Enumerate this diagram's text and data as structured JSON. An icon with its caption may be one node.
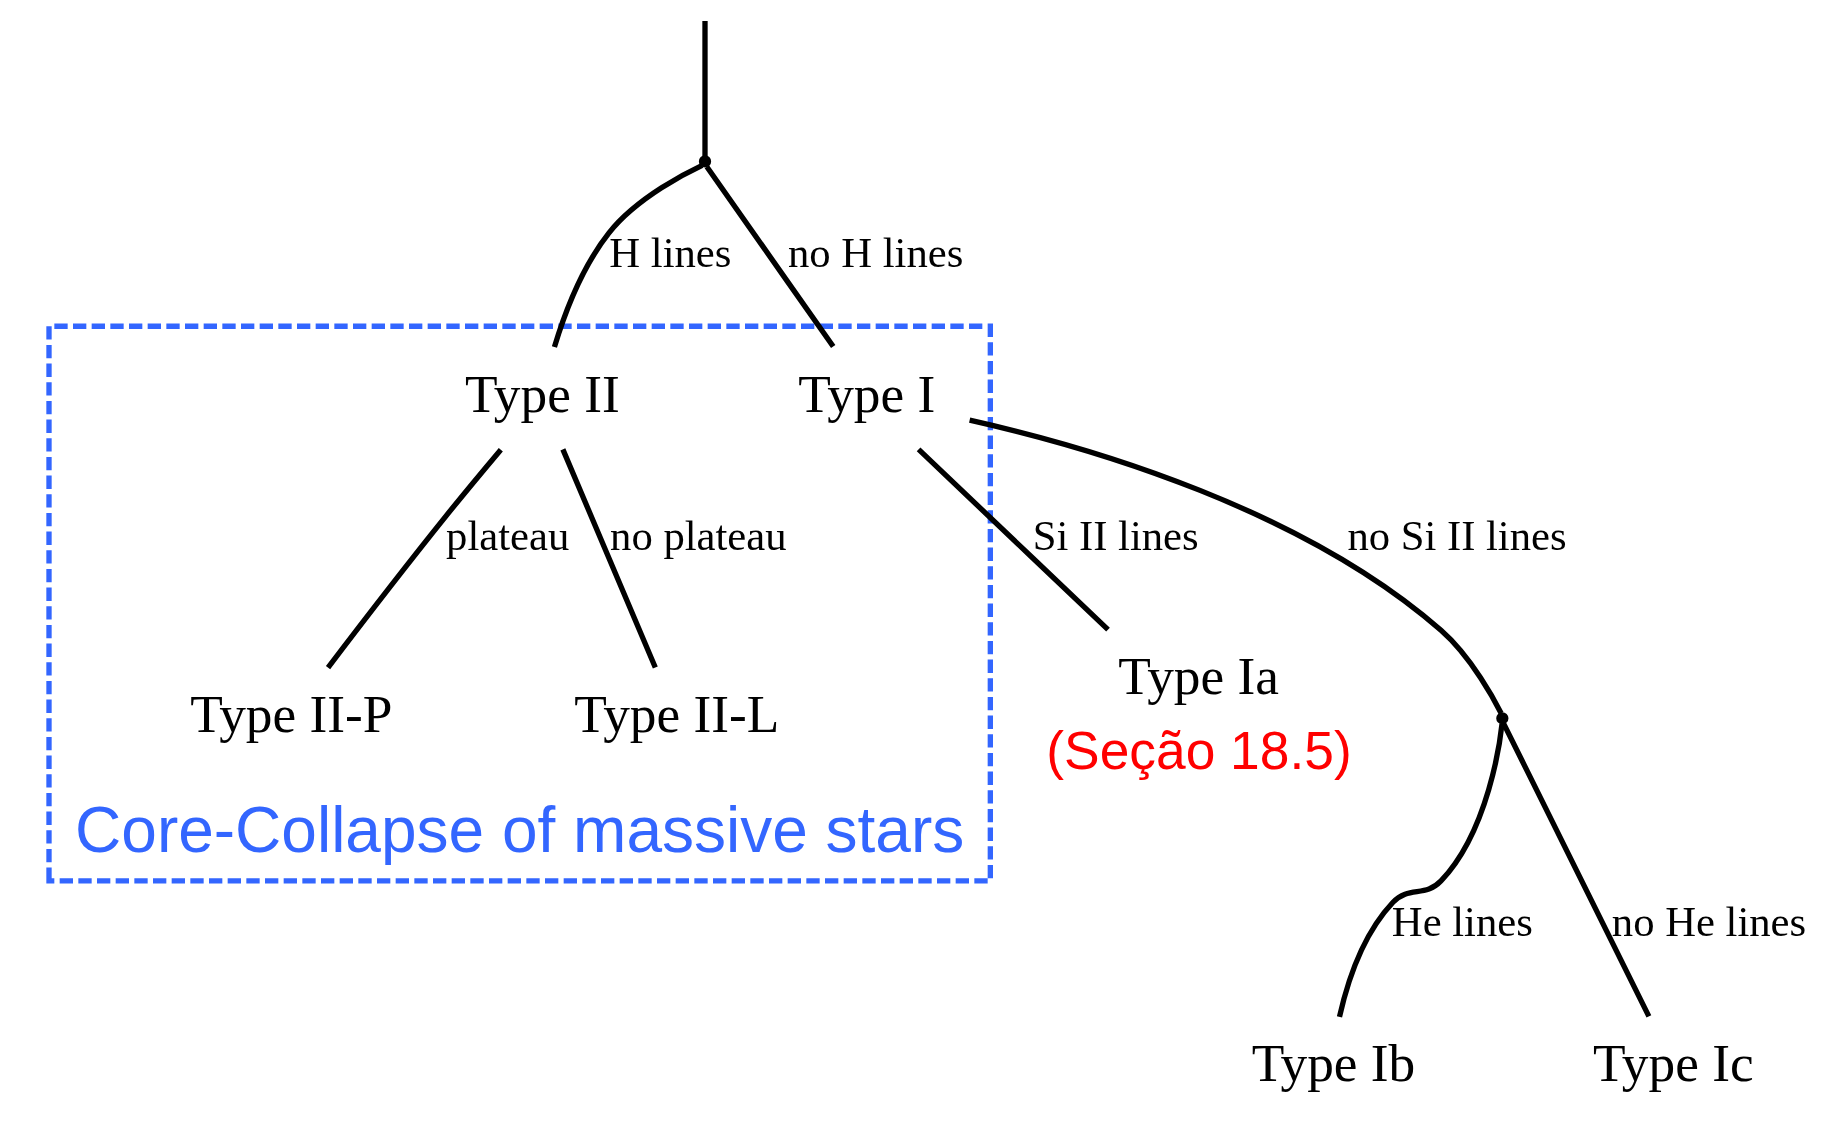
{
  "diagram": {
    "nodes": [
      {
        "text": [],
        "shape": "point"
      },
      {
        "text": [
          "Core-Collapse of massive stars"
        ]
      },
      {
        "text": [
          "Type I"
        ],
        "in": 1
      },
      {
        "text": [
          "Type II"
        ],
        "in": 1
      },
      {
        "text": [
          "Type II-P"
        ],
        "in": 1
      },
      {
        "text": [
          "Type II-L"
        ],
        "in": 1
      },
      {
        "text": [
          "Type Ia"
        ],
        "beside": [
          "(Seção 18.5)"
        ]
      },
      {
        "text": [],
        "shape": "point"
      },
      {
        "text": [
          "Type Ib"
        ]
      },
      {
        "text": [
          "Type Ic"
        ]
      }
    ],
    "edges": [
      {
        "from": null,
        "to": 0,
        "arrow": "none"
      },
      {
        "from": 0,
        "to": 2,
        "arrow": "none",
        "label": "no H lines"
      },
      {
        "from": 0,
        "to": 3,
        "arrow": "none",
        "label": "H lines"
      },
      {
        "from": 2,
        "to": 6,
        "arrow": "none",
        "label": "Si II lines"
      },
      {
        "from": 2,
        "to": 7,
        "arrow": "none",
        "label": "no Si II lines"
      },
      {
        "from": 3,
        "to": 4,
        "arrow": "none",
        "label": "plateau"
      },
      {
        "from": 3,
        "to": 5,
        "arrow": "none",
        "label": "no plateau"
      },
      {
        "from": 7,
        "to": 8,
        "arrow": "none",
        "label": "He lines"
      },
      {
        "from": 7,
        "to": 9,
        "arrow": "none",
        "label": "no He lines"
      }
    ]
  }
}
